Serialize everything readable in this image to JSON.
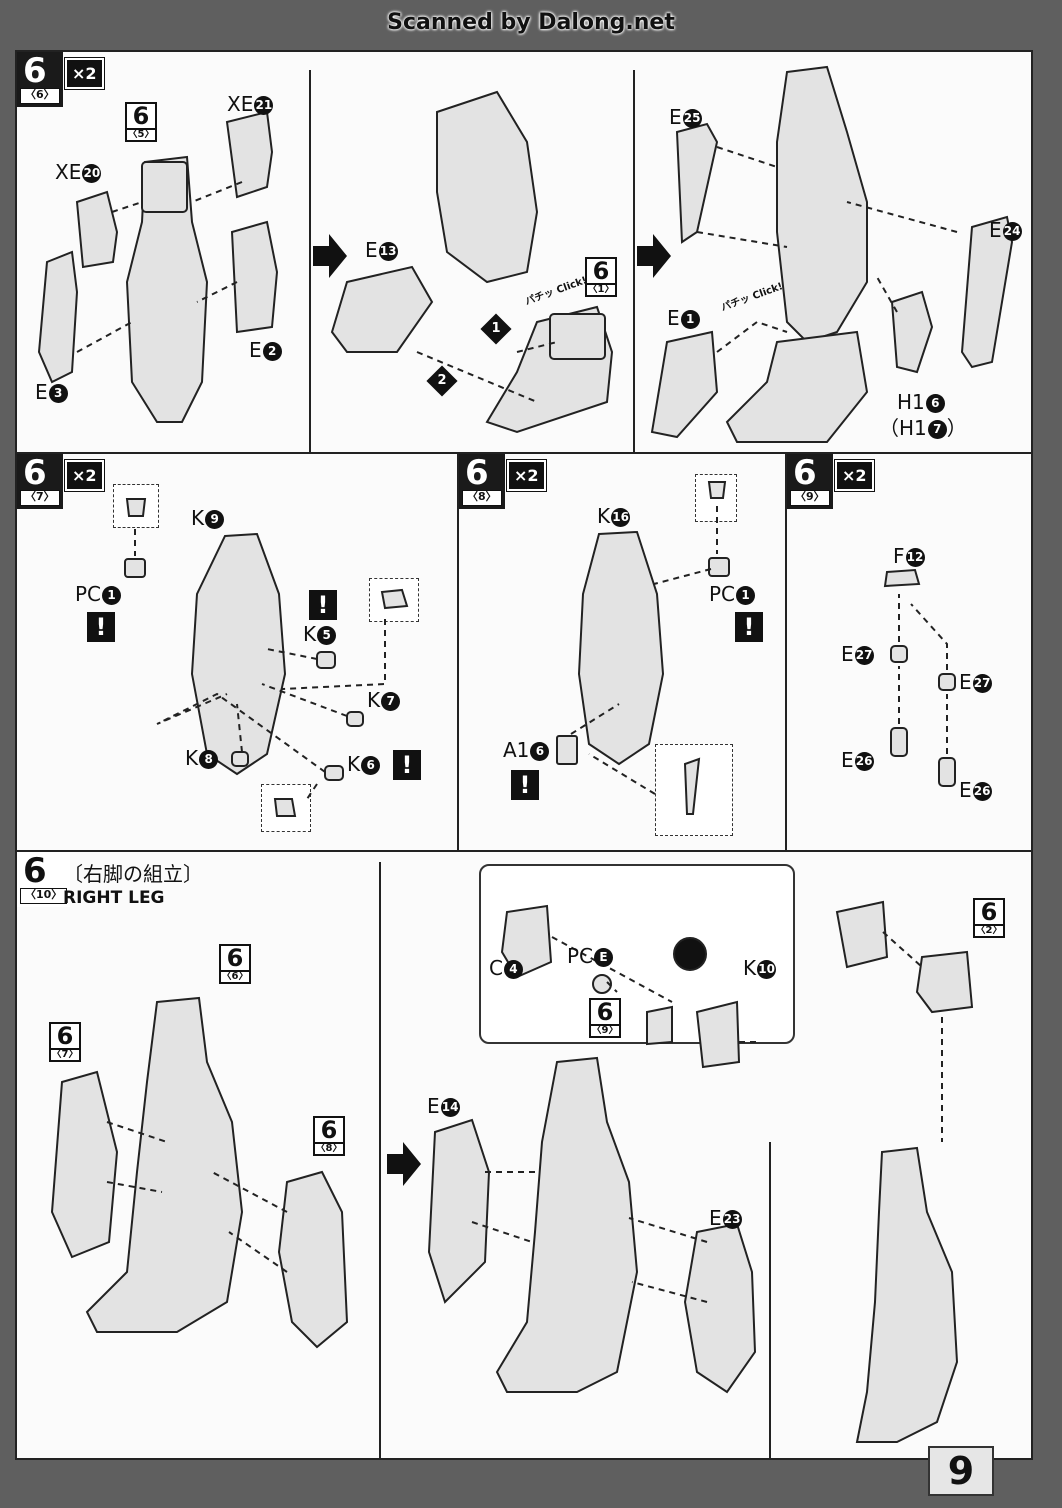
{
  "scan_title": "Scanned by Dalong.net",
  "page_number": "9",
  "section_top": {
    "step": "6",
    "sub": "〈6〉",
    "multiplier": "×2",
    "labels": {
      "xe20": {
        "prefix": "XE",
        "num": "20"
      },
      "xe21": {
        "prefix": "XE",
        "num": "21"
      },
      "e2": {
        "prefix": "E",
        "num": "2"
      },
      "e3": {
        "prefix": "E",
        "num": "3"
      },
      "e13": {
        "prefix": "E",
        "num": "13"
      },
      "e25": {
        "prefix": "E",
        "num": "25"
      },
      "e24": {
        "prefix": "E",
        "num": "24"
      },
      "e1": {
        "prefix": "E",
        "num": "1"
      },
      "h16": {
        "prefix": "H1",
        "num": "6"
      },
      "h17": {
        "prefix": "（H1",
        "num": "7",
        "suffix": "）"
      }
    },
    "ref_5": {
      "n": "6",
      "s": "〈5〉"
    },
    "ref_1": {
      "n": "6",
      "s": "〈1〉"
    },
    "click_a": "パチッ Click!",
    "click_b": "パチッ Click!",
    "order_1": "1",
    "order_2": "2"
  },
  "section_mid_left": {
    "step": "6",
    "sub": "〈7〉",
    "multiplier": "×2",
    "labels": {
      "k9": {
        "prefix": "K",
        "num": "9"
      },
      "pc1": {
        "prefix": "PC",
        "num": "1"
      },
      "k5": {
        "prefix": "K",
        "num": "5"
      },
      "k7": {
        "prefix": "K",
        "num": "7"
      },
      "k8": {
        "prefix": "K",
        "num": "8"
      },
      "k6": {
        "prefix": "K",
        "num": "6"
      }
    },
    "warn": "!"
  },
  "section_mid_center": {
    "step": "6",
    "sub": "〈8〉",
    "multiplier": "×2",
    "labels": {
      "k16": {
        "prefix": "K",
        "num": "16"
      },
      "pc1": {
        "prefix": "PC",
        "num": "1"
      },
      "a16": {
        "prefix": "A1",
        "num": "6"
      }
    },
    "warn": "!"
  },
  "section_mid_right": {
    "step": "6",
    "sub": "〈9〉",
    "multiplier": "×2",
    "labels": {
      "f12": {
        "prefix": "F",
        "num": "12"
      },
      "e27a": {
        "prefix": "E",
        "num": "27"
      },
      "e27b": {
        "prefix": "E",
        "num": "27"
      },
      "e26a": {
        "prefix": "E",
        "num": "26"
      },
      "e26b": {
        "prefix": "E",
        "num": "26"
      }
    }
  },
  "section_bottom": {
    "step": "6",
    "sub": "〈10〉",
    "title_jp": "〔右脚の組立〕",
    "title_en": "RIGHT LEG",
    "refs": {
      "r6": {
        "n": "6",
        "s": "〈6〉"
      },
      "r7": {
        "n": "6",
        "s": "〈7〉"
      },
      "r8": {
        "n": "6",
        "s": "〈8〉"
      },
      "r9": {
        "n": "6",
        "s": "〈9〉"
      },
      "r2": {
        "n": "6",
        "s": "〈2〉"
      }
    },
    "labels": {
      "e14": {
        "prefix": "E",
        "num": "14"
      },
      "e23": {
        "prefix": "E",
        "num": "23"
      },
      "c4": {
        "prefix": "C",
        "num": "4"
      },
      "pce": {
        "prefix": "PC",
        "num": "E"
      },
      "k10": {
        "prefix": "K",
        "num": "10"
      }
    }
  }
}
